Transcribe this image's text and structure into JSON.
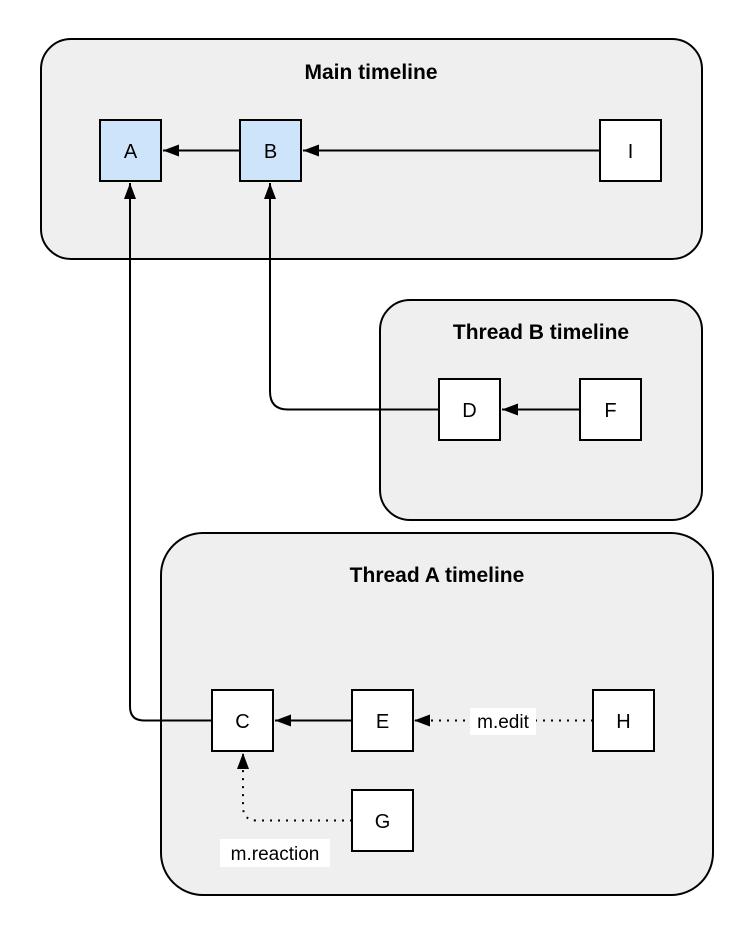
{
  "diagram": {
    "containers": [
      {
        "id": "main",
        "title": "Main timeline"
      },
      {
        "id": "thread-b",
        "title": "Thread B timeline"
      },
      {
        "id": "thread-a",
        "title": "Thread A timeline"
      }
    ],
    "nodes": [
      {
        "id": "A",
        "label": "A",
        "highlighted": true
      },
      {
        "id": "B",
        "label": "B",
        "highlighted": true
      },
      {
        "id": "I",
        "label": "I",
        "highlighted": false
      },
      {
        "id": "D",
        "label": "D",
        "highlighted": false
      },
      {
        "id": "F",
        "label": "F",
        "highlighted": false
      },
      {
        "id": "C",
        "label": "C",
        "highlighted": false
      },
      {
        "id": "E",
        "label": "E",
        "highlighted": false
      },
      {
        "id": "H",
        "label": "H",
        "highlighted": false
      },
      {
        "id": "G",
        "label": "G",
        "highlighted": false
      }
    ],
    "edges": [
      {
        "from": "B",
        "to": "A",
        "style": "solid"
      },
      {
        "from": "I",
        "to": "B",
        "style": "solid"
      },
      {
        "from": "F",
        "to": "D",
        "style": "solid"
      },
      {
        "from": "D",
        "to": "B",
        "style": "solid"
      },
      {
        "from": "E",
        "to": "C",
        "style": "solid"
      },
      {
        "from": "H",
        "to": "E",
        "style": "dotted",
        "label": "m.edit"
      },
      {
        "from": "G",
        "to": "C",
        "style": "dotted",
        "label": "m.reaction"
      },
      {
        "from": "C",
        "to": "A",
        "style": "solid"
      }
    ],
    "colors": {
      "container_fill": "#efefef",
      "container_stroke": "#000000",
      "node_fill_default": "#ffffff",
      "node_fill_highlight": "#cde4fa",
      "node_stroke": "#000000",
      "edge_color": "#000000",
      "label_bg": "#ffffff"
    }
  }
}
